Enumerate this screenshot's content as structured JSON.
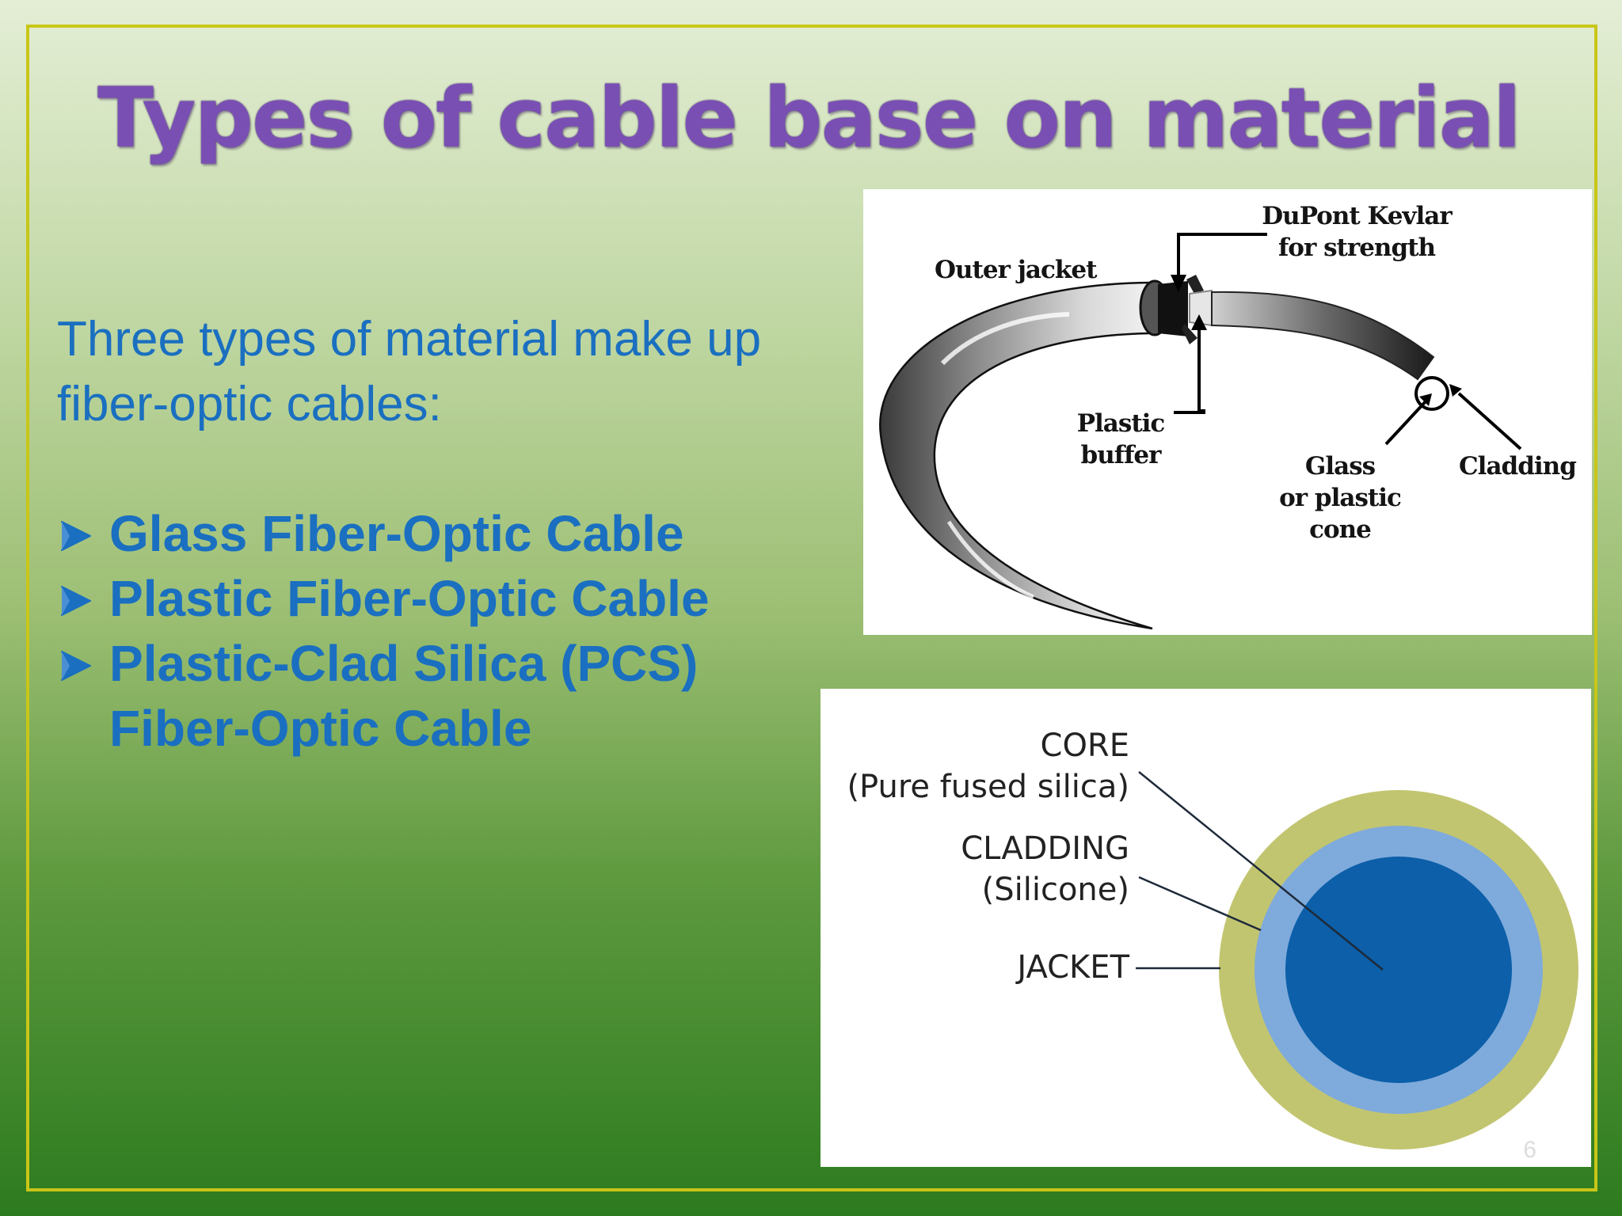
{
  "slide": {
    "title": "Types of cable base on material",
    "intro_lines": [
      "Three types of material make up",
      "fiber-optic cables:"
    ],
    "bullets": [
      {
        "lines": [
          "Glass Fiber-Optic Cable"
        ]
      },
      {
        "lines": [
          "Plastic Fiber-Optic Cable"
        ]
      },
      {
        "lines": [
          "Plastic-Clad Silica (PCS)",
          "Fiber-Optic Cable"
        ]
      }
    ],
    "page_number": "6",
    "colors": {
      "title": "#7a4fb4",
      "body_text": "#1a6fc0",
      "frame": "#c8c618",
      "jacket": "#c2c570",
      "cladding": "#7faadc",
      "core": "#0c5fa8"
    }
  },
  "cable_diagram": {
    "labels": {
      "kevlar": [
        "DuPont Kevlar",
        "for strength"
      ],
      "outer_jacket": "Outer jacket",
      "plastic_buffer": [
        "Plastic",
        "buffer"
      ],
      "glass_core": [
        "Glass",
        "or plastic",
        "cone"
      ],
      "cladding": "Cladding"
    }
  },
  "cross_section": {
    "labels": {
      "core": [
        "CORE",
        "(Pure fused silica)"
      ],
      "cladding": [
        "CLADDING",
        "(Silicone)"
      ],
      "jacket": "JACKET"
    }
  }
}
